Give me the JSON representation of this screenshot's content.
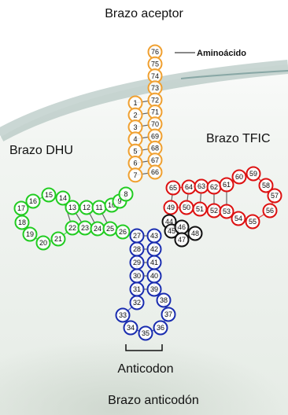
{
  "labels": {
    "acceptor_arm": "Brazo aceptor",
    "amino_acid": "Aminoácido",
    "dhu_arm": "Brazo DHU",
    "tfic_arm": "Brazo TFIC",
    "anticodon": "Anticodon",
    "anticodon_arm": "Brazo anticodón"
  },
  "colors": {
    "acceptor": "#f0a030",
    "dhu": "#22cc22",
    "tfic": "#dd1111",
    "anticodon": "#1a2db0",
    "variable": "#111111",
    "background_light": "#eef2ee",
    "background_dark": "#9fb7b1"
  },
  "nucleotides": {
    "acceptor_right": [
      "76",
      "75",
      "74",
      "73",
      "72",
      "71",
      "70",
      "69",
      "68",
      "67",
      "66"
    ],
    "acceptor_left": [
      "1",
      "2",
      "3",
      "4",
      "5",
      "6",
      "7"
    ],
    "dhu_top": [
      "15",
      "14",
      "13",
      "12",
      "11",
      "10",
      "9",
      "8"
    ],
    "dhu_loop": [
      "16",
      "17",
      "18",
      "19",
      "20",
      "21"
    ],
    "dhu_bottom": [
      "22",
      "23",
      "24",
      "25",
      "26"
    ],
    "tfic_top": [
      "65",
      "64",
      "63",
      "62",
      "61",
      "60",
      "59"
    ],
    "tfic_bottom": [
      "49",
      "50",
      "51",
      "52",
      "53",
      "54",
      "55"
    ],
    "tfic_loop": [
      "58",
      "57",
      "56"
    ],
    "variable": [
      "44",
      "45",
      "46",
      "47",
      "48"
    ],
    "anticodon_left": [
      "27",
      "28",
      "29",
      "30",
      "31",
      "32",
      "33"
    ],
    "anticodon_right": [
      "43",
      "42",
      "41",
      "40",
      "39",
      "38",
      "37"
    ],
    "anticodon_loop": [
      "34",
      "35",
      "36"
    ]
  }
}
